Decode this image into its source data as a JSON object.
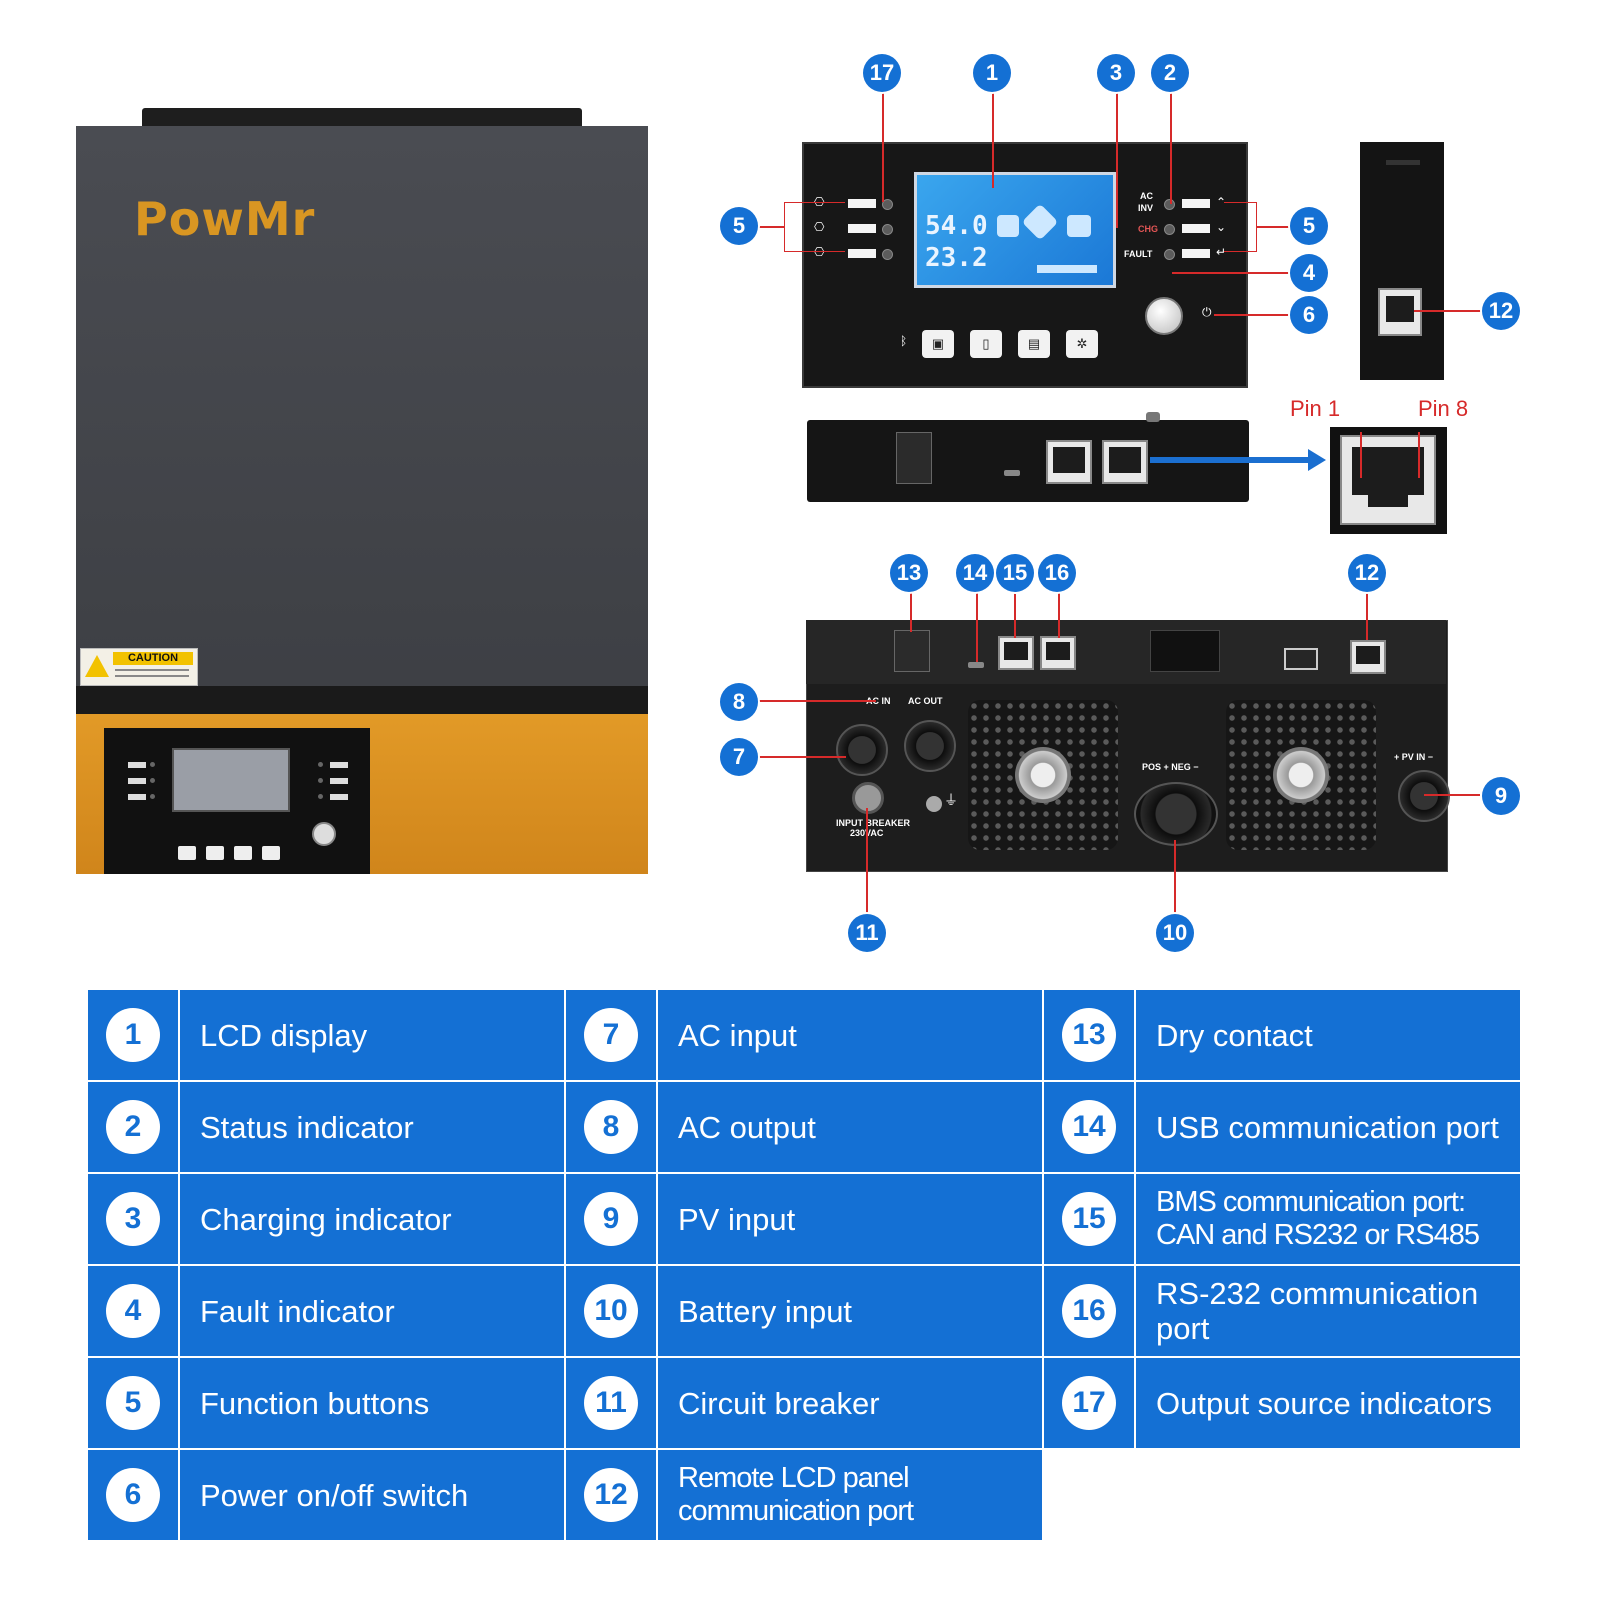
{
  "brand": "PowMr",
  "caution_label": "CAUTION",
  "remote_lcd": {
    "top_value": "54.0",
    "bottom_value": "23.2"
  },
  "remote_labels": {
    "ac": "AC",
    "inv": "INV",
    "chg": "CHG",
    "fault": "FAULT"
  },
  "bottom_labels": {
    "ac_in": "AC IN",
    "ac_out": "AC OUT",
    "input_breaker": "INPUT BREAKER",
    "breaker_voltage": "230VAC",
    "pos_neg": "POS +   NEG −",
    "pv_in": "+ PV IN −"
  },
  "pins": {
    "pin1": "Pin 1",
    "pin8": "Pin 8"
  },
  "callouts": {
    "c17": "17",
    "c1": "1",
    "c3": "3",
    "c2": "2",
    "c5_left": "5",
    "c5_right": "5",
    "c4": "4",
    "c6": "6",
    "c12_side": "12",
    "c13": "13",
    "c14": "14",
    "c15": "15",
    "c16": "16",
    "c12_bottom": "12",
    "c8": "8",
    "c7": "7",
    "c9": "9",
    "c11": "11",
    "c10": "10"
  },
  "legend": [
    {
      "num": "1",
      "label": "LCD display"
    },
    {
      "num": "2",
      "label": "Status indicator"
    },
    {
      "num": "3",
      "label": "Charging indicator"
    },
    {
      "num": "4",
      "label": "Fault indicator"
    },
    {
      "num": "5",
      "label": "Function buttons"
    },
    {
      "num": "6",
      "label": "Power on/off switch"
    },
    {
      "num": "7",
      "label": "AC input"
    },
    {
      "num": "8",
      "label": "AC output"
    },
    {
      "num": "9",
      "label": "PV input"
    },
    {
      "num": "10",
      "label": "Battery input"
    },
    {
      "num": "11",
      "label": "Circuit breaker"
    },
    {
      "num": "12",
      "label": "Remote LCD panel communication port"
    },
    {
      "num": "13",
      "label": "Dry contact"
    },
    {
      "num": "14",
      "label": "USB communication port"
    },
    {
      "num": "15",
      "label": "BMS communication port: CAN and RS232 or RS485"
    },
    {
      "num": "16",
      "label": "RS-232 communication port"
    },
    {
      "num": "17",
      "label": "Output source indicators"
    }
  ],
  "colors": {
    "accent_blue": "#1470d4",
    "brand_orange": "#d99622",
    "lead_red": "#d62a2a"
  }
}
